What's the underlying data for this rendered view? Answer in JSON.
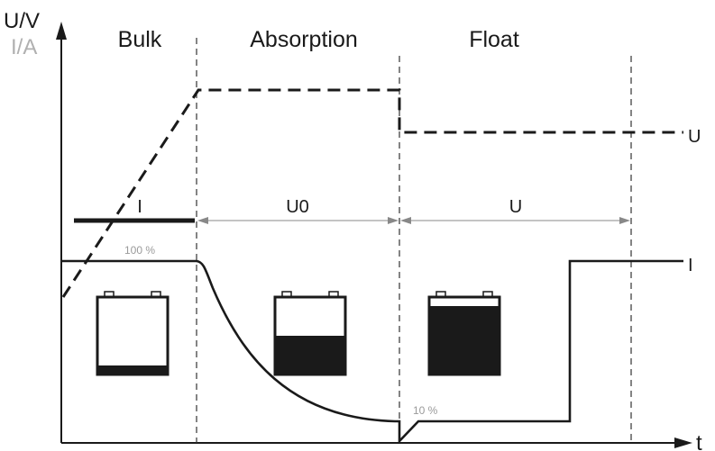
{
  "axes": {
    "y_label_voltage": "U/V",
    "y_label_current": "I/A",
    "x_label": "t"
  },
  "phases": [
    {
      "name": "Bulk",
      "mode": "I"
    },
    {
      "name": "Absorption",
      "mode": "U0"
    },
    {
      "name": "Float",
      "mode": "U"
    }
  ],
  "curves": {
    "voltage_label": "U",
    "current_label": "I"
  },
  "annotations": {
    "current_full": "100 %",
    "current_low": "10 %"
  },
  "batteries": [
    {
      "phase": "Bulk",
      "charge_level": 0.12
    },
    {
      "phase": "Absorption",
      "charge_level": 0.5
    },
    {
      "phase": "Float",
      "charge_level": 0.88
    }
  ],
  "colors": {
    "stroke": "#1a1a1a",
    "guide": "#888888",
    "secondary_text": "#b0b0b0"
  }
}
